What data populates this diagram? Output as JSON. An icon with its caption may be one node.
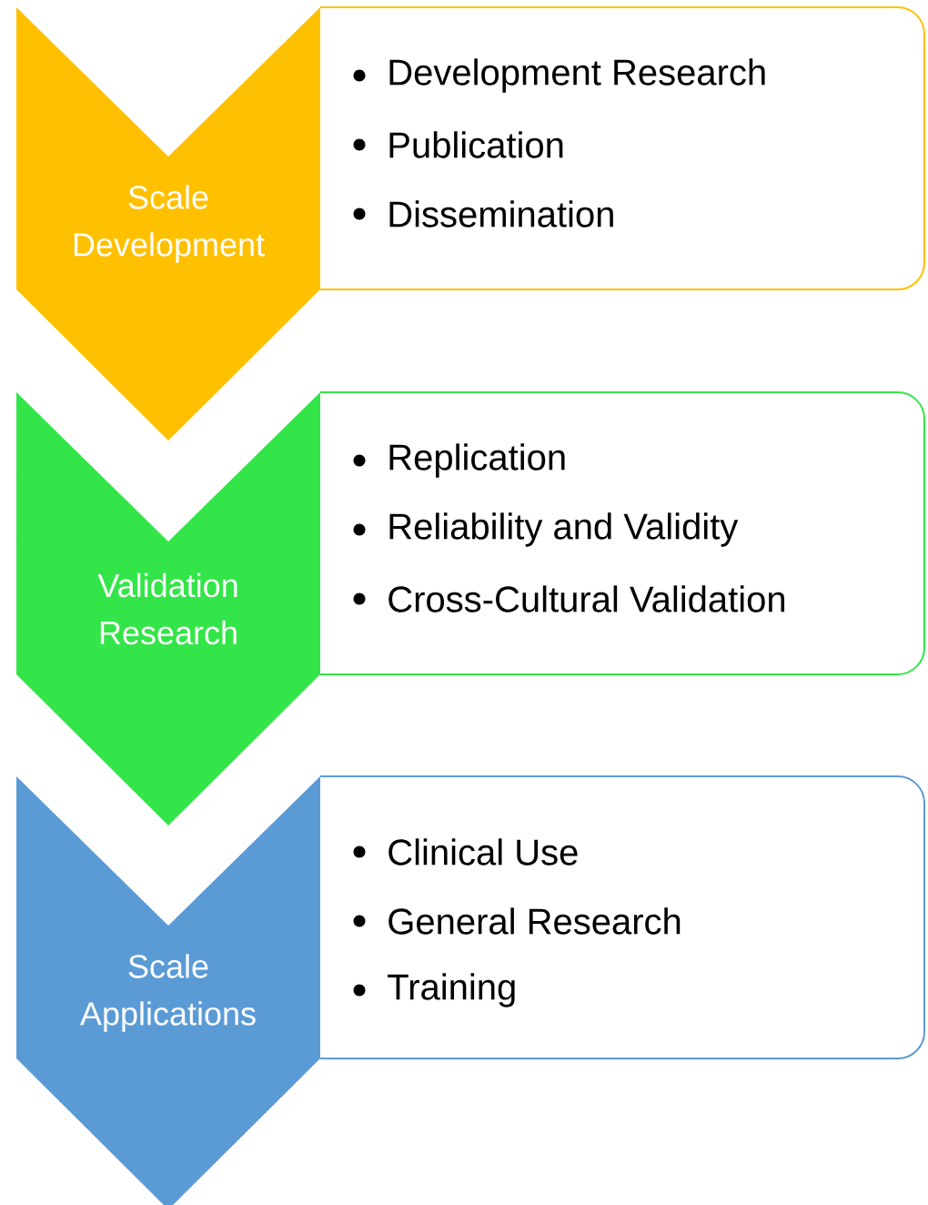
{
  "diagram": {
    "nodes": [
      {
        "text": [
          "Scale Development"
        ]
      },
      {
        "text": [
          "Development Research",
          "Publication",
          "Dissemination"
        ]
      },
      {
        "text": [
          "Validation Research"
        ]
      },
      {
        "text": [
          "Replication",
          "Reliability and Validity",
          "Cross-Cultural Validation"
        ]
      },
      {
        "text": [
          "Scale Applications"
        ]
      },
      {
        "text": [
          "Clinical Use",
          "General Research",
          "Training"
        ]
      }
    ]
  }
}
